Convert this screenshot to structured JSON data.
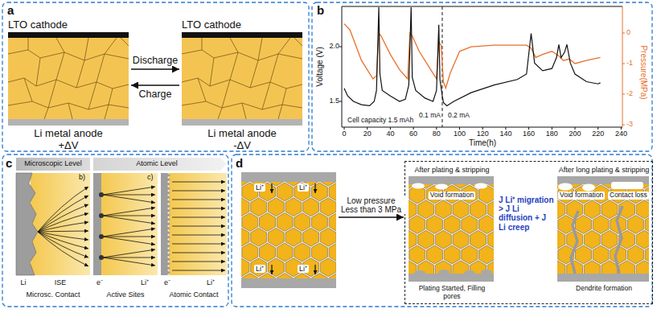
{
  "diagram": {
    "nodes": [
      {
        "text": [
          "LTO cathode",
          "Li metal anode +ΔV"
        ]
      },
      {
        "text": [
          "LTO cathode",
          "Li metal anode -ΔV"
        ]
      },
      {
        "text": [
          "Microscopic Level"
        ]
      },
      {
        "text": [
          "Atomic Level"
        ]
      },
      {
        "text": [
          "Li⁺",
          "Li⁺",
          "Li⁺",
          "Li⁺"
        ]
      },
      {
        "text": [
          "J Li⁺ migration > J Li diffusion + J Li creep"
        ]
      },
      {
        "text": [
          "After plating & stripping",
          "Void formation",
          "Plating Started, Filling pores"
        ],
        "in": 5
      },
      {
        "text": [
          "After long plating & stripping",
          "Void formation",
          "Contact loss",
          "Dendrite formation"
        ],
        "in": 5
      }
    ],
    "edges": [
      {
        "from": 0,
        "to": 1,
        "label": "Discharge",
        "arrow": "to"
      },
      {
        "from": 1,
        "to": 0,
        "label": "Charge",
        "arrow": "to"
      },
      {
        "from": 4,
        "to": 5,
        "label": "Low pressure Less than 3 MPa",
        "arrow": "to"
      }
    ],
    "labels": [
      "a",
      "b",
      "1.5",
      "2.0",
      "0",
      "-1",
      "-2",
      "-3",
      "0",
      "20",
      "40",
      "60",
      "80",
      "100",
      "120",
      "140",
      "160",
      "180",
      "200",
      "220",
      "240",
      "Voltage (V)",
      "Pressure(MPa)",
      "Time(h)",
      "0.1 mA",
      "0.2 mA",
      "Cell capacity 1.5 mAh",
      "c",
      "b)",
      "c)",
      "Li",
      "ISE",
      "Microsc. Contact",
      "e⁻",
      "Li⁺",
      "Active Sites",
      "e⁻",
      "Li⁺",
      "Atomic Contact",
      "d"
    ]
  }
}
